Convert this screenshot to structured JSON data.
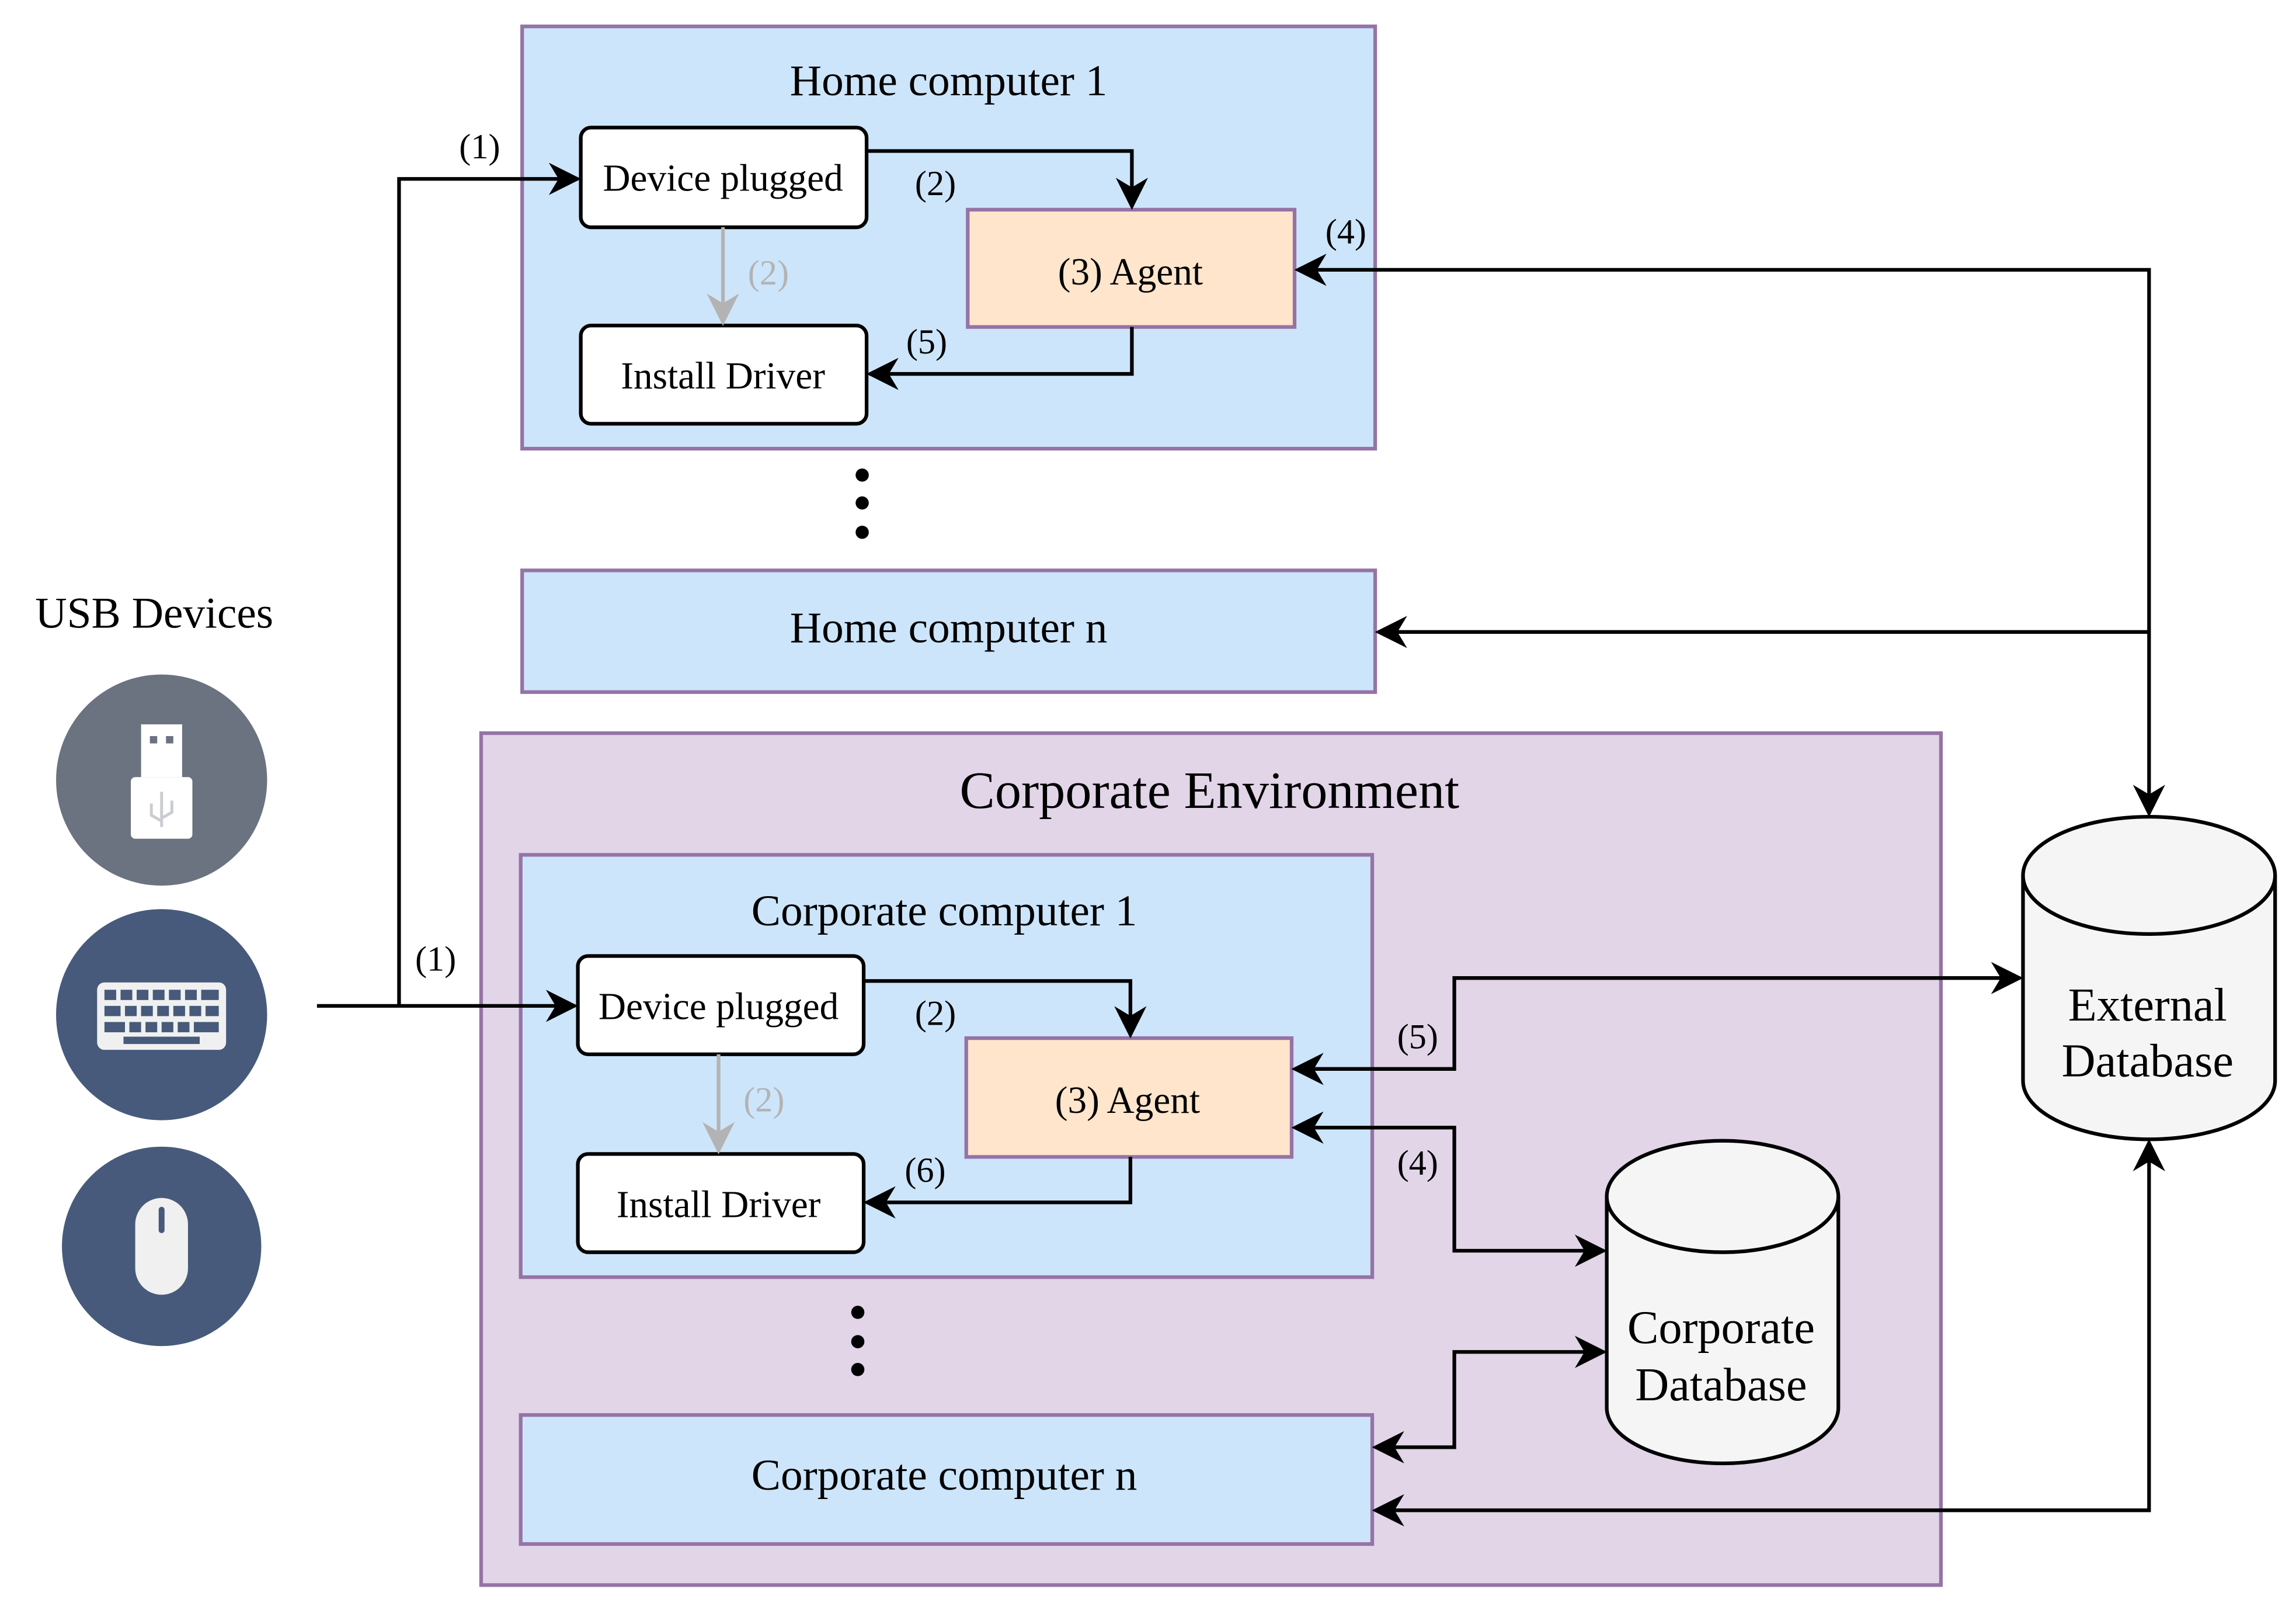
{
  "usb_devices": {
    "title": "USB Devices",
    "icons": [
      {
        "name": "usb-drive-icon",
        "bg": "#6b7280"
      },
      {
        "name": "keyboard-icon",
        "bg": "#475a7b"
      },
      {
        "name": "mouse-icon",
        "bg": "#475a7b"
      }
    ]
  },
  "home": {
    "computer1": {
      "title": "Home computer 1",
      "device_plugged": "Device plugged",
      "agent": "(3) Agent",
      "install_driver": "Install Driver"
    },
    "computer_n": "Home computer n"
  },
  "corporate": {
    "title": "Corporate Environment",
    "computer1": {
      "title": "Corporate computer 1",
      "device_plugged": "Device plugged",
      "agent": "(3) Agent",
      "install_driver": "Install Driver"
    },
    "computer_n": "Corporate computer n",
    "database": [
      "Corporate",
      "Database"
    ]
  },
  "external_database": [
    "External",
    "Database"
  ],
  "step_labels": {
    "home_plug": "(1)",
    "home_to_agent": "(2)",
    "home_direct": "(2)",
    "home_agent_ext": "(4)",
    "home_install": "(5)",
    "corp_plug": "(1)",
    "corp_to_agent": "(2)",
    "corp_direct": "(2)",
    "corp_agent_ext": "(5)",
    "corp_agent_db": "(4)",
    "corp_install": "(6)"
  },
  "colors": {
    "computer_fill": "#cce5fb",
    "computer_stroke": "#9673a6",
    "corporate_fill": "#e1d5e7",
    "agent_fill": "#fee5cc",
    "agent_stroke": "#d79b00",
    "database_fill": "#f5f5f5",
    "line": "#000000",
    "line_disabled": "#b3b3b3"
  }
}
